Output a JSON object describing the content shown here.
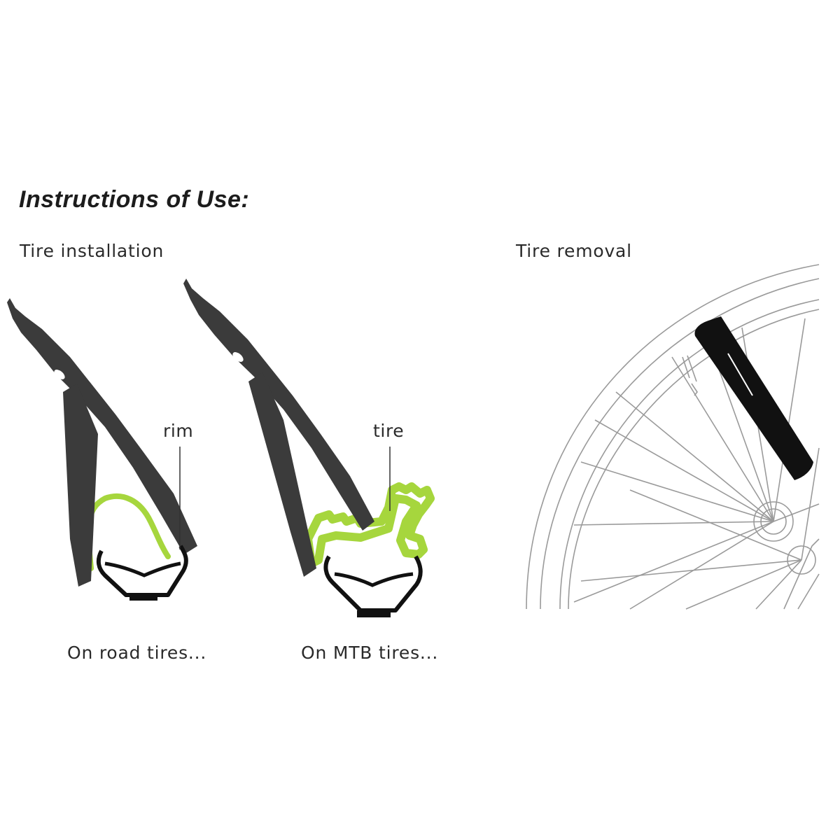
{
  "header": {
    "title": "Instructions of Use:"
  },
  "installation": {
    "heading": "Tire installation",
    "road": {
      "callout": "rim",
      "caption": "On road tires..."
    },
    "mtb": {
      "callout": "tire",
      "caption": "On MTB tires..."
    }
  },
  "removal": {
    "heading": "Tire removal"
  },
  "colors": {
    "lever": "#3b3b3b",
    "tire_highlight": "#a6d63d",
    "rim": "#111111",
    "wheel_line": "#9a9a9a"
  }
}
